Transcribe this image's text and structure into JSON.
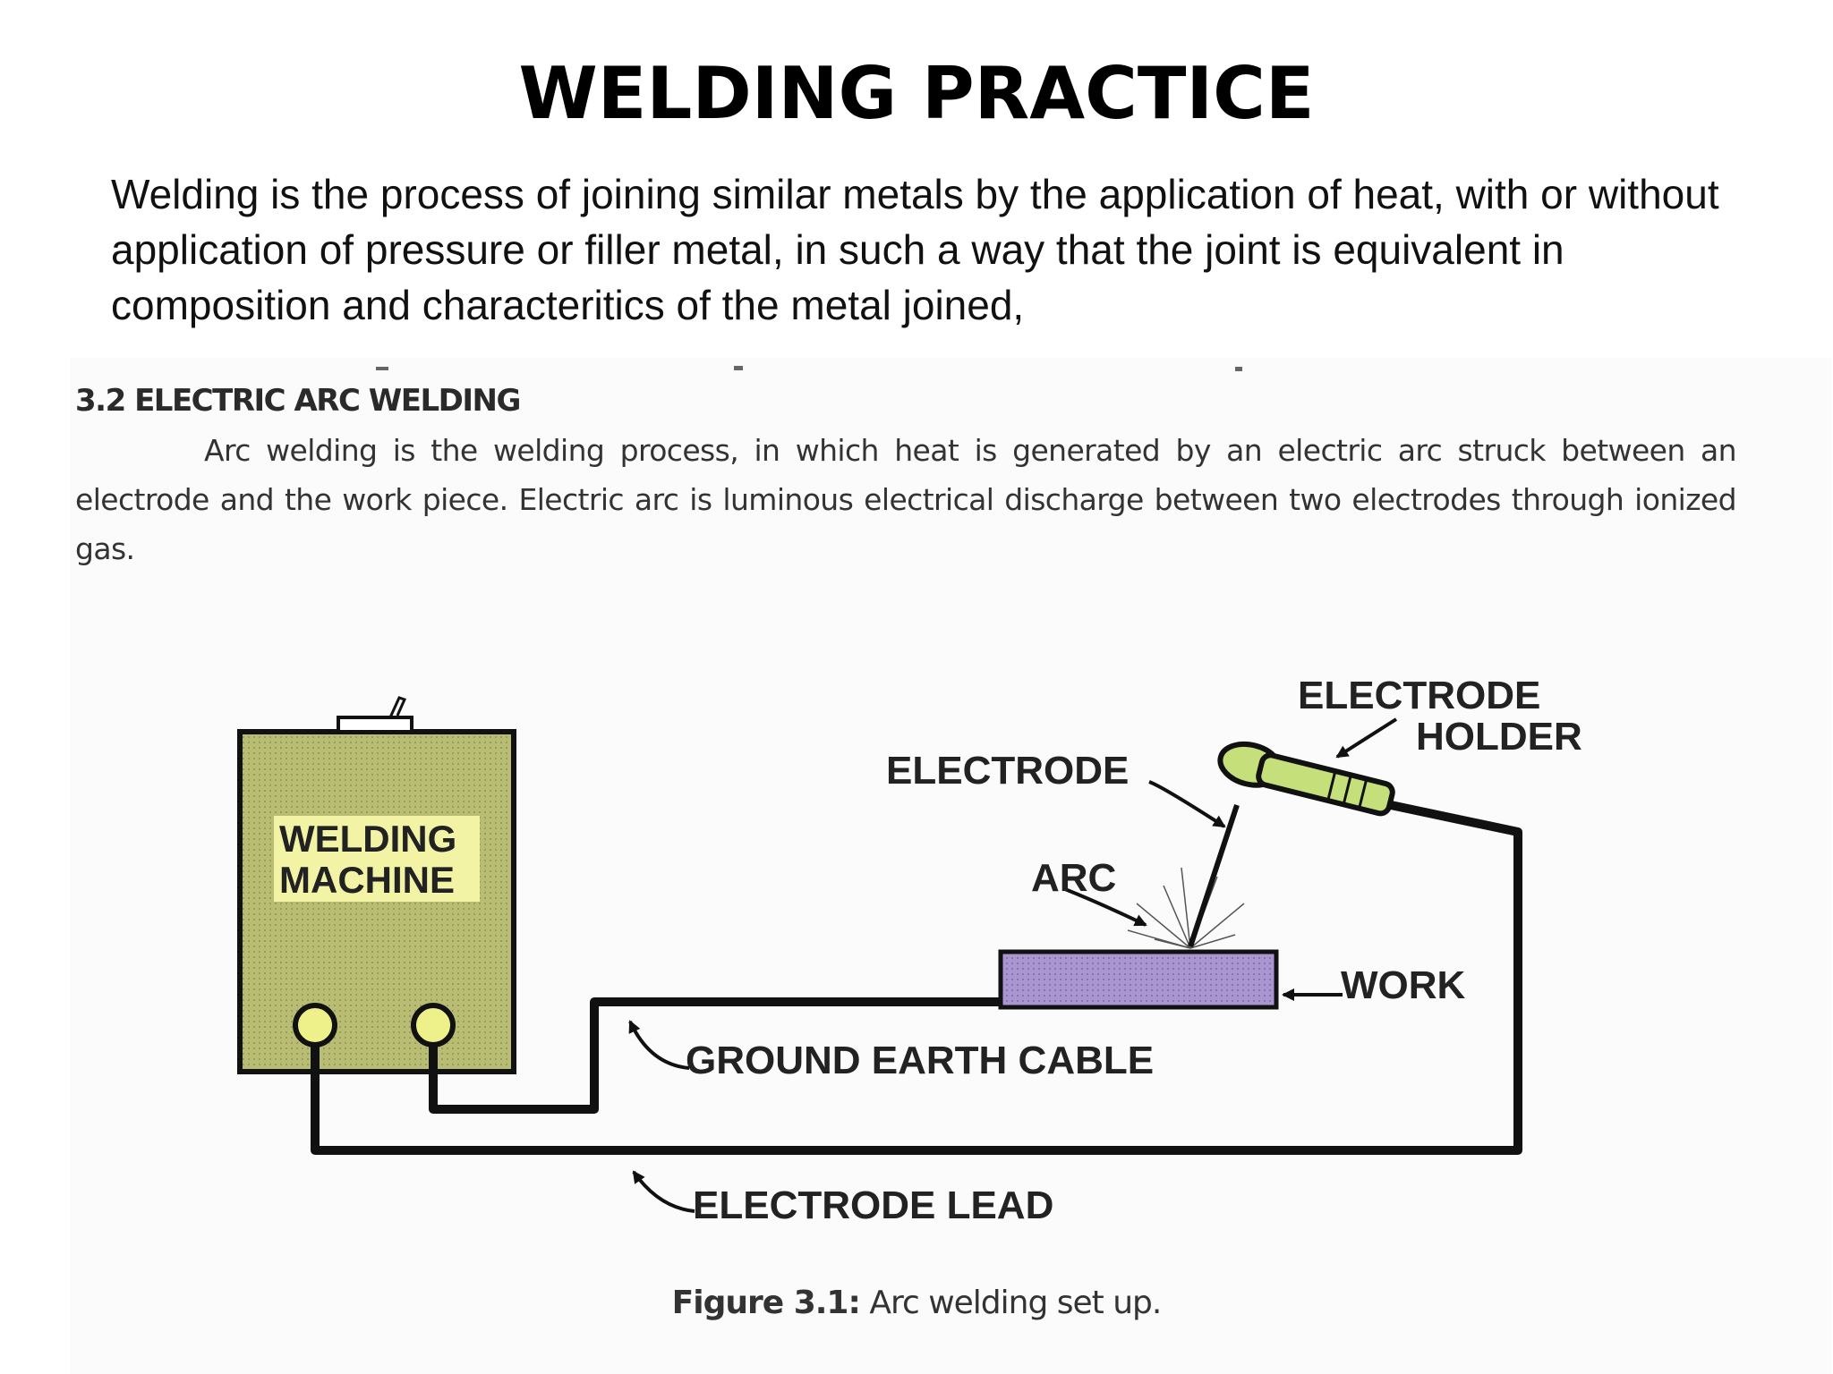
{
  "slide": {
    "title": "WELDING PRACTICE",
    "intro": "Welding is the process of joining similar metals by the application of heat, with or without application of pressure or filler metal, in such a way that the joint is equivalent in composition and characteritics of the metal joined,"
  },
  "section": {
    "heading": "3.2 ELECTRIC ARC WELDING",
    "body": "Arc welding is the welding process, in which heat is generated by an electric arc struck between an electrode and the work piece. Electric arc is luminous electrical discharge between two electrodes through ionized gas."
  },
  "diagram": {
    "machine_line1": "WELDING",
    "machine_line2": "MACHINE",
    "electrode_holder_line1": "ELECTRODE",
    "electrode_holder_line2": "HOLDER",
    "electrode": "ELECTRODE",
    "arc": "ARC",
    "work": "WORK",
    "ground_cable": "GROUND EARTH CABLE",
    "electrode_lead": "ELECTRODE LEAD",
    "colors": {
      "machine": "#b8bd73",
      "label_highlight": "#f3f3a6",
      "terminal": "#eef08a",
      "work": "#a995cf",
      "holder": "#c5df7a",
      "cable": "#111111"
    }
  },
  "figure": {
    "caption_prefix": "Figure 3.1:",
    "caption_text": " Arc welding set up."
  }
}
